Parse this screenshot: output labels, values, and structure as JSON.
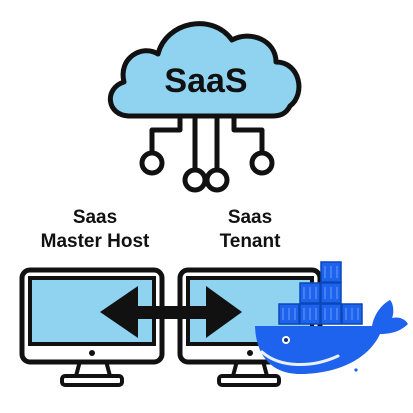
{
  "cloud": {
    "text": "SaaS",
    "fill_color": "#8fd3f0",
    "outline_color": "#111111"
  },
  "master_host": {
    "line1": "Saas",
    "line2": "Master Host"
  },
  "tenant": {
    "line1": "Saas",
    "line2": "Tenant"
  },
  "colors": {
    "screen": "#8fd3f0",
    "outline": "#111111",
    "monitor_body": "#ffffff",
    "docker_blue": "#1d63ed",
    "docker_blue_dark": "#0d47b8",
    "arrow": "#111111"
  },
  "icons": {
    "cloud": "cloud-icon",
    "monitor_left": "monitor-icon",
    "monitor_right": "monitor-icon",
    "arrow": "double-arrow-icon",
    "docker": "docker-whale-icon"
  }
}
